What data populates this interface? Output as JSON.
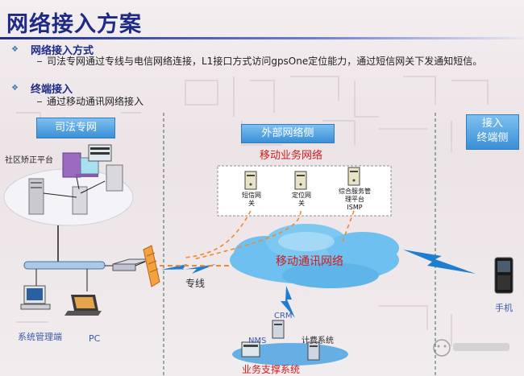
{
  "title": "网络接入方案",
  "bullets": [
    {
      "heading": "网络接入方式",
      "text": "司法专网通过专线与电信网络连接，L1接口方式访问gpsOne定位能力，通过短信网关下发通知短信。"
    },
    {
      "heading": "终端接入",
      "text": "通过移动通讯网络接入"
    }
  ],
  "zones": {
    "judicial": "司法专网",
    "external": "外部网络侧",
    "access_line1": "接入",
    "access_line2": "终端侧"
  },
  "labels": {
    "community": "社区矫正平台",
    "sysmgmt": "系统管理端",
    "pc": "PC",
    "private_line": "专线",
    "mobile_business_net": "移动业务网络",
    "mobile_comm_net": "移动通讯网络",
    "phone": "手机",
    "crm": "CRM",
    "nms": "NMS",
    "billing": "计费系统",
    "support": "业务支撑系统"
  },
  "servers": {
    "sms_gateway": "短信网关",
    "location_gateway": "定位网关",
    "ismp": "综合服务管理平台ISMP"
  },
  "colors": {
    "title": "#1d2b86",
    "zone_fill": "#4ea3e3",
    "red_label": "#d21b1b",
    "blue_label": "#3a5ba9",
    "cloud": "#5fb7ec"
  }
}
